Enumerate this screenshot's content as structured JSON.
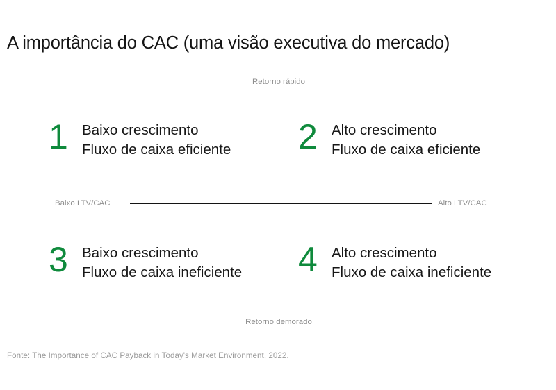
{
  "title": "A importância do CAC (uma visão executiva do mercado)",
  "colors": {
    "accent_green": "#0f8a3c",
    "text_dark": "#171717",
    "axis_label_gray": "#8e8e8e",
    "source_gray": "#9a9a9a",
    "axis_line": "#141414",
    "background": "#ffffff"
  },
  "chart_data": {
    "type": "table",
    "chart_kind": "2x2-quadrant-matrix",
    "title": "A importância do CAC (uma visão executiva do mercado)",
    "xlabel": "LTV/CAC",
    "ylabel": "Retorno",
    "axes": {
      "top": "Retorno rápido",
      "bottom": "Retorno demorado",
      "left": "Baixo LTV/CAC",
      "right": "Alto LTV/CAC"
    },
    "grid": false,
    "legend": "none",
    "quadrants": [
      {
        "number": "1",
        "position": "top-left",
        "x": "Baixo LTV/CAC",
        "y": "Retorno rápido",
        "line1": "Baixo crescimento",
        "line2": "Fluxo de caixa eficiente"
      },
      {
        "number": "2",
        "position": "top-right",
        "x": "Alto LTV/CAC",
        "y": "Retorno rápido",
        "line1": "Alto crescimento",
        "line2": "Fluxo de caixa eficiente"
      },
      {
        "number": "3",
        "position": "bottom-left",
        "x": "Baixo LTV/CAC",
        "y": "Retorno demorado",
        "line1": "Baixo crescimento",
        "line2": "Fluxo de caixa ineficiente"
      },
      {
        "number": "4",
        "position": "bottom-right",
        "x": "Alto LTV/CAC",
        "y": "Retorno demorado",
        "line1": "Alto crescimento",
        "line2": "Fluxo de caixa ineficiente"
      }
    ]
  },
  "source": "Fonte: The Importance of CAC Payback in Today's Market Environment, 2022."
}
